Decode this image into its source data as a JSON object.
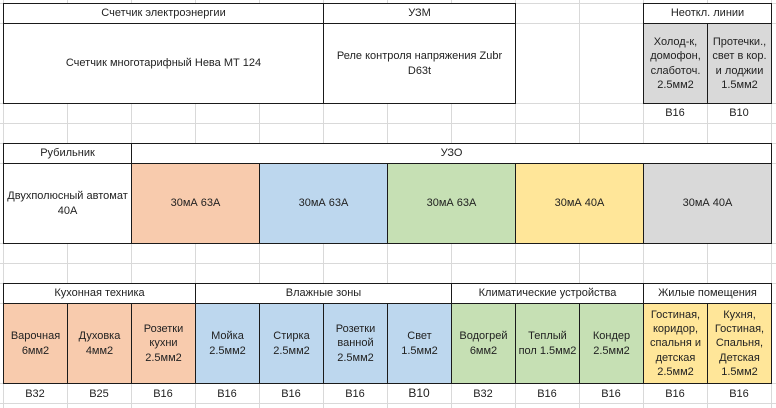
{
  "meter": {
    "header": "Счетчик электроэнергии",
    "value": "Счетчик многотарифный Нева МТ 124"
  },
  "uzm": {
    "header": "УЗМ",
    "value": "Реле контроля напряжения Zubr D63t"
  },
  "unswitched": {
    "header": "Неоткл. линии",
    "lines": [
      {
        "label": "Холод-к, домофон, слаботоч. 2.5мм2",
        "breaker": "B16"
      },
      {
        "label": "Протечки., свет в кор. и лоджии 1.5мм2",
        "breaker": "B10"
      }
    ]
  },
  "switch": {
    "header": "Рубильник",
    "value": "Двухполюсный автомат 40А"
  },
  "rcd": {
    "header": "УЗО",
    "items": [
      "30мА 63А",
      "30мА 63А",
      "30мА 63А",
      "30мА 40А",
      "30мА 40А"
    ]
  },
  "groups": [
    {
      "name": "Кухонная техника",
      "circuits": [
        {
          "label": "Варочная 6мм2",
          "breaker": "B32"
        },
        {
          "label": "Духовка 4мм2",
          "breaker": "B25"
        },
        {
          "label": "Розетки кухни 2.5мм2",
          "breaker": "B16"
        }
      ]
    },
    {
      "name": "Влажные зоны",
      "circuits": [
        {
          "label": "Мойка 2.5мм2",
          "breaker": "B16"
        },
        {
          "label": "Стирка 2.5мм2",
          "breaker": "B16"
        },
        {
          "label": "Розетки ванной 2.5мм2",
          "breaker": "B16"
        },
        {
          "label": "Свет 1.5мм2",
          "breaker": "B10"
        }
      ]
    },
    {
      "name": "Климатические устройства",
      "circuits": [
        {
          "label": "Водогрей 6мм2",
          "breaker": "B32"
        },
        {
          "label": "Теплый пол 1.5мм2",
          "breaker": "B16"
        },
        {
          "label": "Кондер 2.5мм2",
          "breaker": "B16"
        }
      ]
    },
    {
      "name": "Жилые помещения",
      "circuits": [
        {
          "label": "Гостиная, коридор, спальня и детская 2.5мм2",
          "breaker": "B16"
        },
        {
          "label": "Кухня, Гостиная, Спальня, Детская 1.5мм2",
          "breaker": "B16"
        }
      ]
    }
  ],
  "colors": {
    "kitchen_rcd": "#f8cbad",
    "wet_rcd": "#bdd7ee",
    "climate_rcd": "#c6e0b4",
    "living_rcd": "#ffe699",
    "unswitched_rcd": "#d9d9d9"
  }
}
